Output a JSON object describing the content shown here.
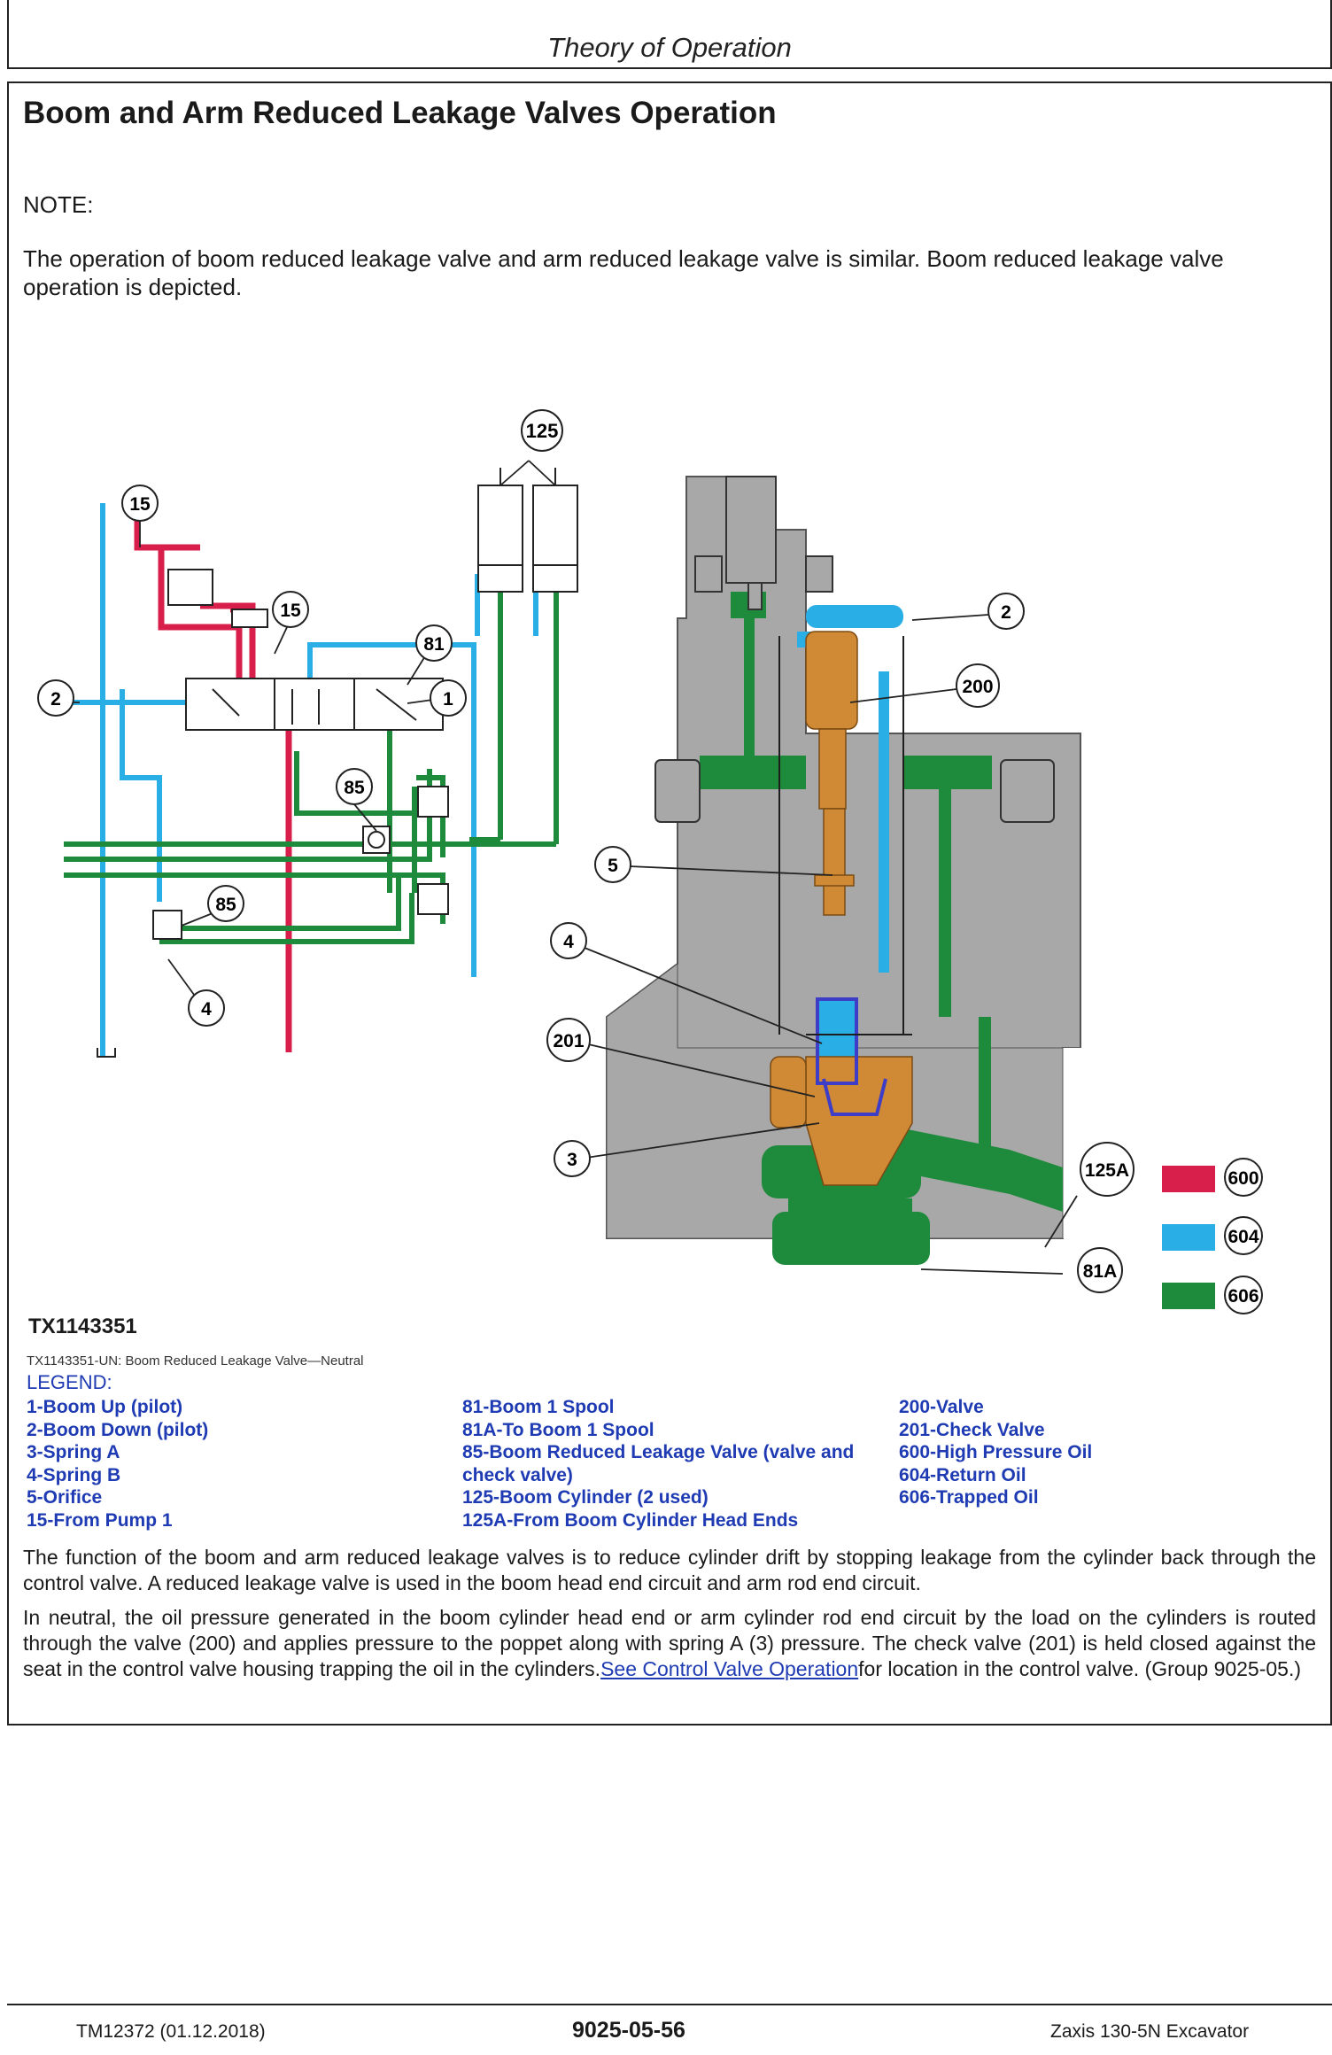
{
  "header": {
    "title": "Theory of Operation"
  },
  "section": {
    "title": "Boom and Arm Reduced Leakage Valves Operation",
    "note_label": "NOTE:",
    "note_text": "The operation of boom reduced leakage valve and arm reduced leakage valve is similar. Boom reduced leakage valve operation is depicted."
  },
  "figure": {
    "id": "TX1143351",
    "caption": "TX1143351-UN: Boom Reduced Leakage Valve—Neutral",
    "callouts": {
      "c125": "125",
      "c15a": "15",
      "c15b": "15",
      "c81": "81",
      "c2a": "2",
      "c1": "1",
      "c85a": "85",
      "c85b": "85",
      "c4a": "4",
      "c2b": "2",
      "c200": "200",
      "c5": "5",
      "c4b": "4",
      "c201": "201",
      "c3": "3",
      "c125A": "125A",
      "c81A": "81A"
    },
    "key": [
      {
        "label": "600",
        "color": "#d81e4a"
      },
      {
        "label": "604",
        "color": "#2aaee6"
      },
      {
        "label": "606",
        "color": "#1e8a3c"
      }
    ],
    "colors": {
      "high_pressure": "#d81e4a",
      "return": "#2aaee6",
      "trapped": "#1e8a3c",
      "valve": "#d08a35",
      "housing": "#a8a8a8",
      "check": "#3d3dc8"
    }
  },
  "legend": {
    "title": "LEGEND:",
    "col1": [
      "1-Boom Up (pilot)",
      "2-Boom Down (pilot)",
      "3-Spring A",
      "4-Spring B",
      "5-Orifice",
      "15-From Pump 1"
    ],
    "col2": [
      "81-Boom 1 Spool",
      "81A-To Boom 1 Spool",
      "85-Boom Reduced Leakage Valve (valve and",
      "check valve)",
      "125-Boom Cylinder (2 used)",
      "125A-From Boom Cylinder Head Ends"
    ],
    "col3": [
      "200-Valve",
      "201-Check Valve",
      "600-High Pressure Oil",
      "604-Return Oil",
      "606-Trapped Oil"
    ]
  },
  "body": {
    "para1": "The function of the boom and arm reduced leakage valves is to reduce cylinder drift by stopping leakage from the cylinder back through the control valve. A reduced leakage valve is used in the boom head end circuit and arm rod end circuit.",
    "para2_start": "In neutral, the oil pressure generated in the boom cylinder head end or arm cylinder rod end circuit by the load on the cylinders is routed through the valve (200) and applies pressure to the poppet along with spring A (3) pressure. The check valve (201) is held closed against the seat in the control valve housing trapping the oil in the cylinders.",
    "para2_link": "See Control Valve Operation",
    "para2_end": "for location in the control valve. (Group 9025-05.)"
  },
  "footer": {
    "left": "TM12372 (01.12.2018)",
    "center": "9025-05-56",
    "right": "Zaxis 130-5N Excavator"
  }
}
